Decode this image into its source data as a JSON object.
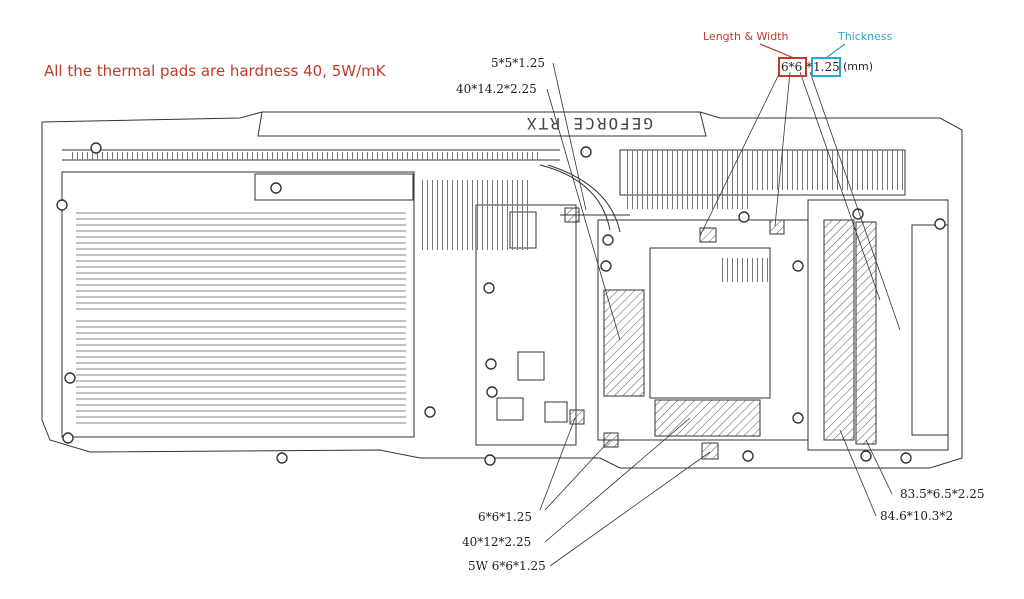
{
  "note": {
    "text": "All the thermal pads are hardness 40, 5W/mK",
    "color": "#c0392b"
  },
  "legend": {
    "length_width": {
      "text": "Length & Width",
      "color": "#c0392b"
    },
    "thickness": {
      "text": "Thickness",
      "color": "#2aa7c9"
    },
    "example_lw": "6*6",
    "example_sep": "*",
    "example_t": "1.25",
    "unit": "(mm)"
  },
  "shroud_text": "GEFORCE RTX",
  "pads": {
    "p5x5": "5*5*1.25",
    "p40x14": "40*14.2*2.25",
    "p6x6": "6*6*1.25",
    "p40x12": "40*12*2.25",
    "p5w": "5W 6*6*1.25",
    "p83": "83.5*6.5*2.25",
    "p84": "84.6*10.3*2"
  },
  "colors": {
    "line": "#333333",
    "hatch": "#555555"
  }
}
